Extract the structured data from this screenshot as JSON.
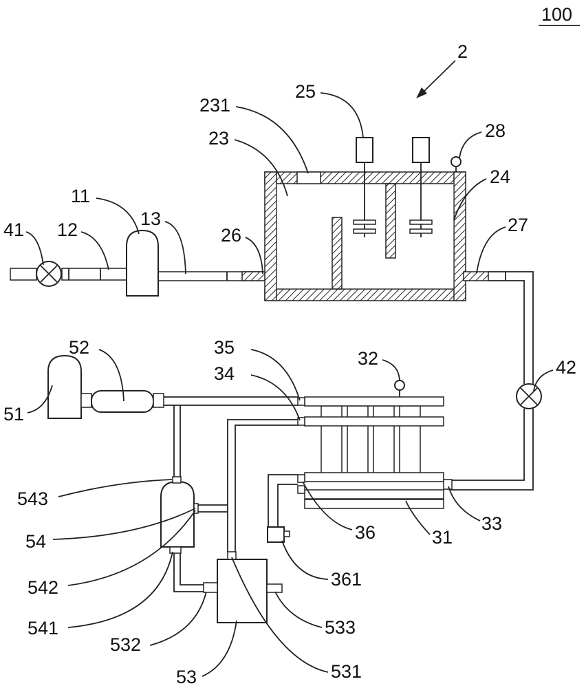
{
  "figure_label": "100",
  "assembly_label": "2",
  "labels": {
    "l11": "11",
    "l12": "12",
    "l13": "13",
    "l41": "41",
    "l23": "23",
    "l231": "231",
    "l25": "25",
    "l28": "28",
    "l24": "24",
    "l26": "26",
    "l27": "27",
    "l35": "35",
    "l34": "34",
    "l32": "32",
    "l42": "42",
    "l31": "31",
    "l33": "33",
    "l36": "36",
    "l361": "361",
    "l52": "52",
    "l51": "51",
    "l543": "543",
    "l54": "54",
    "l542": "542",
    "l541": "541",
    "l532": "532",
    "l53": "53",
    "l531": "531",
    "l533": "533"
  }
}
